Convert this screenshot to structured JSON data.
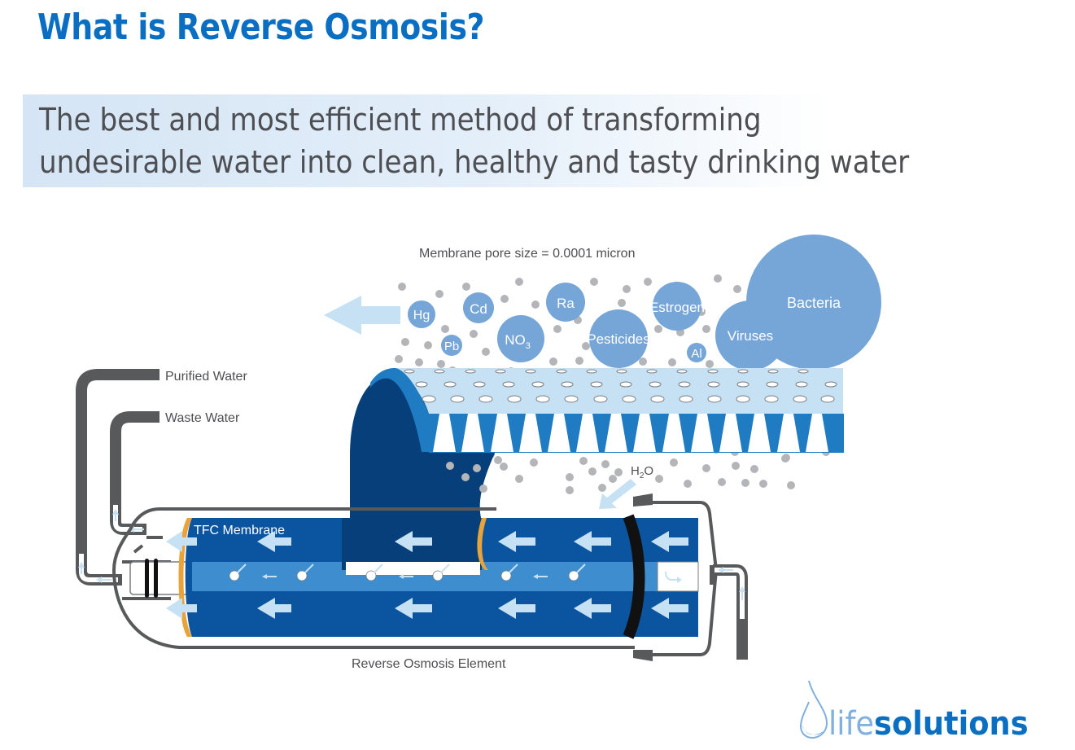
{
  "header": {
    "title": "What is Reverse Osmosis?",
    "subtitle_line1": "The best and most efficient method of transforming",
    "subtitle_line2": "undesirable water into clean, healthy and tasty drinking water"
  },
  "diagram": {
    "pore_size_label": "Membrane pore size = 0.0001 micron",
    "contaminants": [
      {
        "label": "Hg"
      },
      {
        "label": "Cd"
      },
      {
        "label": "Pb"
      },
      {
        "label": "NO3",
        "base": "NO",
        "sub": "3"
      },
      {
        "label": "Ra"
      },
      {
        "label": "Pesticides"
      },
      {
        "label": "Estrogen"
      },
      {
        "label": "Al"
      },
      {
        "label": "Viruses"
      },
      {
        "label": "Bacteria"
      }
    ],
    "water_label": {
      "base": "H",
      "sub": "2",
      "tail": "O"
    },
    "purified_water_label": "Purified Water",
    "waste_water_label": "Waste Water",
    "membrane_label": "TFC Membrane",
    "element_label": "Reverse Osmosis Element"
  },
  "colors": {
    "title_blue": "#0a6fc2",
    "particle_blue": "#76a5d8",
    "membrane_light": "#c6e1f3",
    "membrane_mid": "#1f7bc2",
    "tube_dark": "#0b55a0",
    "tube_navy": "#063f7a",
    "core_light": "#3e8ecf",
    "arrow_light": "#cfe6f6",
    "gasket_orange": "#e8a33a",
    "pipe_gray": "#58595b",
    "dot_gray": "#b3b5b8"
  },
  "brand": {
    "logo_light": "life",
    "logo_bold": "solutions"
  }
}
